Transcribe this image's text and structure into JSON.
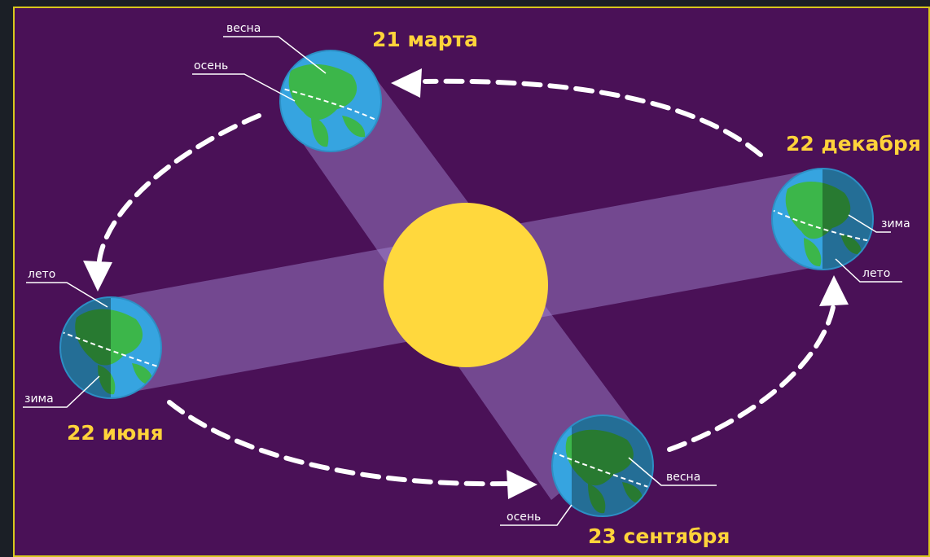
{
  "colors": {
    "background": "#4a1157",
    "frame_border": "#d9c71d",
    "sun": "#ffd83d",
    "date_text": "#ffd33a",
    "label_text": "#ffffff",
    "ocean": "#36a4e0",
    "land": "#3cb64a"
  },
  "icons": {
    "orbit_arrow": "arrowhead"
  },
  "sun": {
    "name": ""
  },
  "positions": [
    {
      "id": "march",
      "date": "21 марта",
      "labels": [
        "весна",
        "осень"
      ]
    },
    {
      "id": "december",
      "date": "22 декабря",
      "labels": [
        "зима",
        "лето"
      ]
    },
    {
      "id": "june",
      "date": "22 июня",
      "labels": [
        "лето",
        "зима"
      ]
    },
    {
      "id": "september",
      "date": "23 сентября",
      "labels": [
        "весна",
        "осень"
      ]
    }
  ]
}
